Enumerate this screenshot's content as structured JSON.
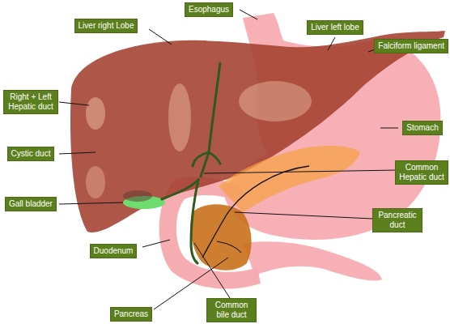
{
  "diagram": {
    "nodes": [
      {
        "text": [
          "Esophagus"
        ]
      },
      {
        "text": [
          "Liver right Lobe"
        ]
      },
      {
        "text": [
          "Liver left lobe"
        ]
      },
      {
        "text": [
          "Falciform ligament"
        ]
      },
      {
        "text": [
          "Right + Left Hepatic duct"
        ]
      },
      {
        "text": [
          "Stomach"
        ]
      },
      {
        "text": [
          "Cystic duct"
        ]
      },
      {
        "text": [
          "Common Hepatic duct"
        ]
      },
      {
        "text": [
          "Gall bladder"
        ]
      },
      {
        "text": [
          "Pancreatic duct"
        ]
      },
      {
        "text": [
          "Duodenum"
        ]
      },
      {
        "text": [
          "Pancreas"
        ]
      },
      {
        "text": [
          "Common bile duct"
        ]
      }
    ]
  }
}
